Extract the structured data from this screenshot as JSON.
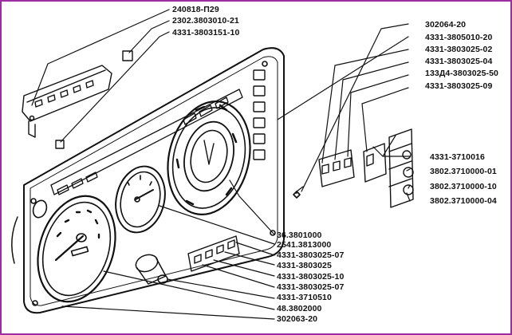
{
  "diagram": {
    "title": "Instrument panel exploded view",
    "frame_color": "#9b2fa0",
    "line_color": "#111111",
    "labels_top_left": [
      "240818-П29",
      "2302.3803010-21",
      "4331-3803151-10"
    ],
    "labels_right": [
      "302064-20",
      "4331-3805010-20",
      "4331-3803025-02",
      "4331-3803025-04",
      "133Д4-3803025-50",
      "4331-3803025-09"
    ],
    "labels_right_switches": [
      "4331-3710016",
      "3802.3710000-01",
      "3802.3710000-10",
      "3802.3710000-04"
    ],
    "labels_bottom": [
      "36.3801000",
      "2541.3813000",
      "4331-3803025-07",
      "4331-3803025",
      "4331-3803025-10",
      "4331-3803025-07",
      "4331-3710510",
      "48.3802000",
      "302063-20"
    ]
  }
}
